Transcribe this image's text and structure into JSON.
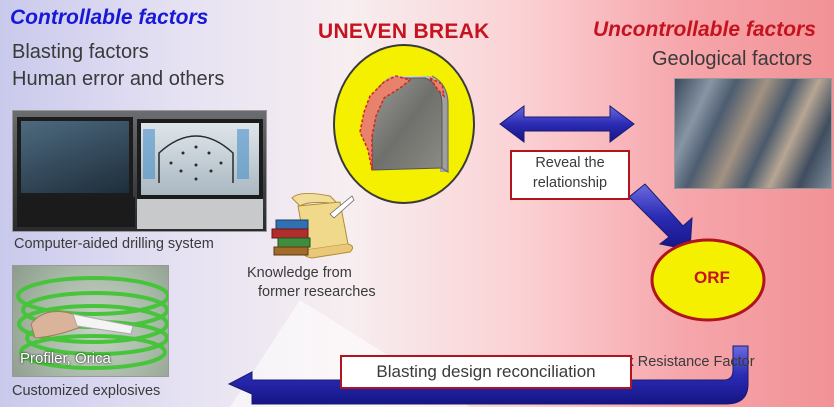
{
  "controllable": {
    "title": "Controllable factors",
    "line1": "Blasting factors",
    "line2": "Human error and others"
  },
  "center_title": "UNEVEN BREAK",
  "uncontrollable": {
    "title": "Uncontrollable factors",
    "line1": "Geological factors"
  },
  "captions": {
    "drilling": "Computer-aided drilling system",
    "profiler": "Profiler, Orica",
    "explosives": "Customized explosives",
    "knowledge_line1": "Knowledge from",
    "knowledge_line2": "former researches",
    "orf_full": "Overbreak Resistance Factor"
  },
  "boxes": {
    "reveal_line1": "Reveal the",
    "reveal_line2": "relationship",
    "reconciliation": "Blasting design reconciliation"
  },
  "orf": "ORF",
  "colors": {
    "accent_blue": "#1818d8",
    "accent_red": "#c5141f",
    "arrow_blue": "#2b2bb4",
    "ellipse_yellow": "#f4f000"
  }
}
